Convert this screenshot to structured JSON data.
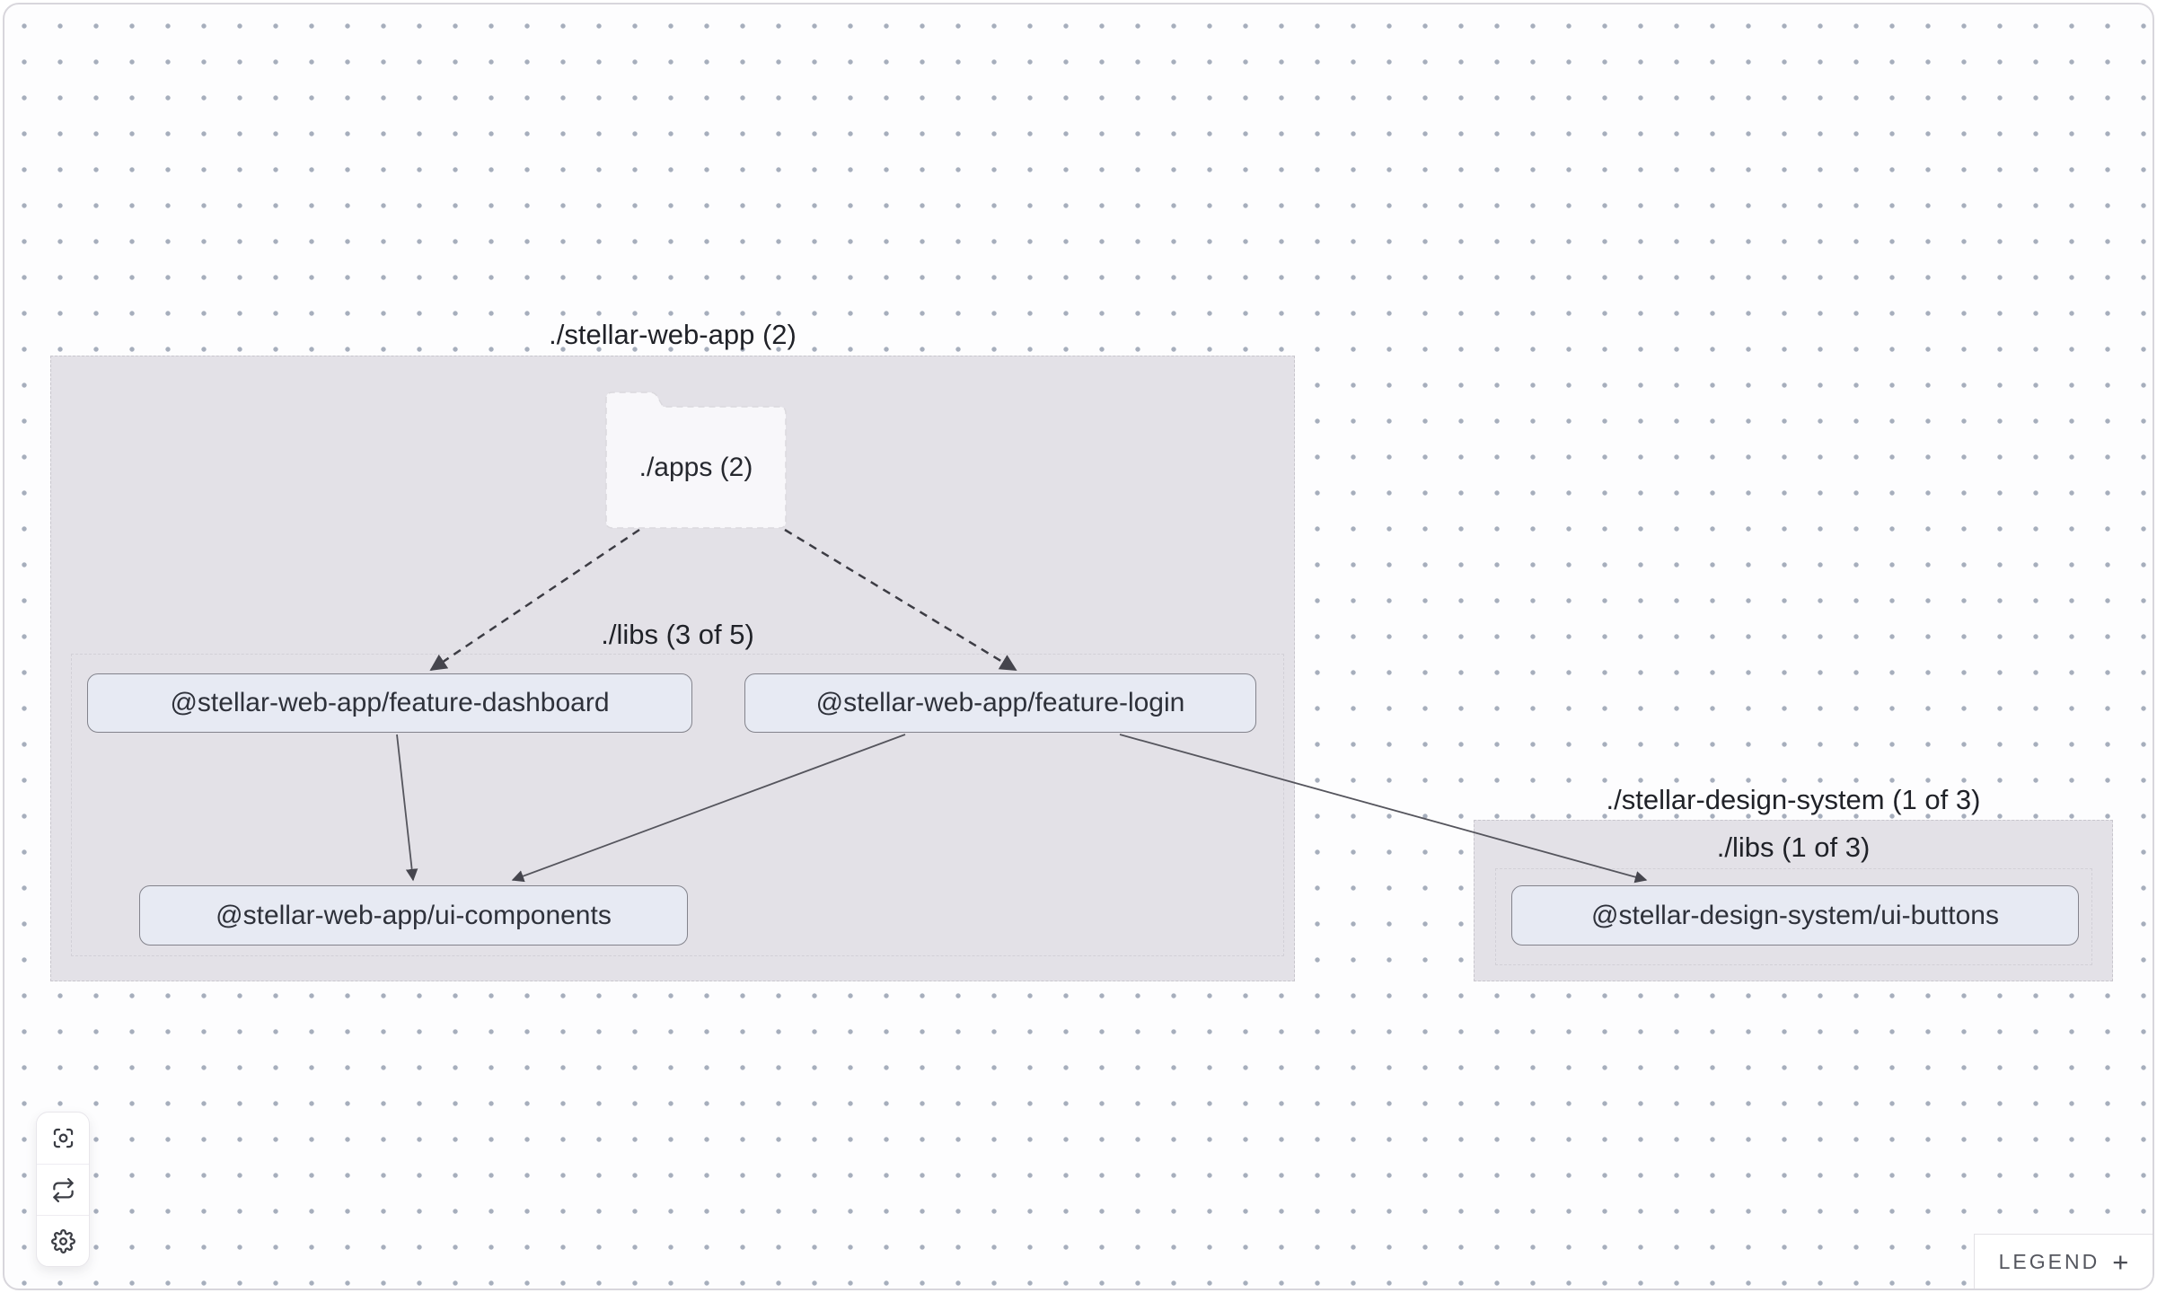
{
  "groups": {
    "stellar_web_app": {
      "label": "./stellar-web-app (2)"
    },
    "stellar_web_app_apps_folder": {
      "label": "./apps (2)"
    },
    "stellar_web_app_libs": {
      "label": "./libs (3 of 5)"
    },
    "stellar_design_system": {
      "label": "./stellar-design-system (1 of 3)"
    },
    "stellar_design_system_libs": {
      "label": "./libs (1 of 3)"
    }
  },
  "nodes": {
    "feature_dashboard": {
      "label": "@stellar-web-app/feature-dashboard"
    },
    "feature_login": {
      "label": "@stellar-web-app/feature-login"
    },
    "ui_components": {
      "label": "@stellar-web-app/ui-components"
    },
    "ui_buttons": {
      "label": "@stellar-design-system/ui-buttons"
    }
  },
  "edges": [
    {
      "from": "./apps (2)",
      "to": "@stellar-web-app/feature-dashboard",
      "style": "dashed"
    },
    {
      "from": "./apps (2)",
      "to": "@stellar-web-app/feature-login",
      "style": "dashed"
    },
    {
      "from": "@stellar-web-app/feature-dashboard",
      "to": "@stellar-web-app/ui-components",
      "style": "solid"
    },
    {
      "from": "@stellar-web-app/feature-login",
      "to": "@stellar-web-app/ui-components",
      "style": "solid"
    },
    {
      "from": "@stellar-web-app/feature-login",
      "to": "@stellar-design-system/ui-buttons",
      "style": "solid"
    }
  ],
  "toolbar": {
    "buttons": [
      {
        "icon": "focus-center-icon"
      },
      {
        "icon": "refresh-layout-icon"
      },
      {
        "icon": "settings-gear-icon"
      }
    ]
  },
  "legend": {
    "label": "LEGEND",
    "expand_symbol": "+"
  },
  "colors": {
    "canvas_bg": "#fdfdfe",
    "dot": "#a6aebc",
    "group_bg": "#e3e1e7",
    "node_bg": "#e7eaf3",
    "node_border": "#83838c",
    "edge_dashed": "#3c3c44",
    "edge_solid": "#55555d"
  }
}
